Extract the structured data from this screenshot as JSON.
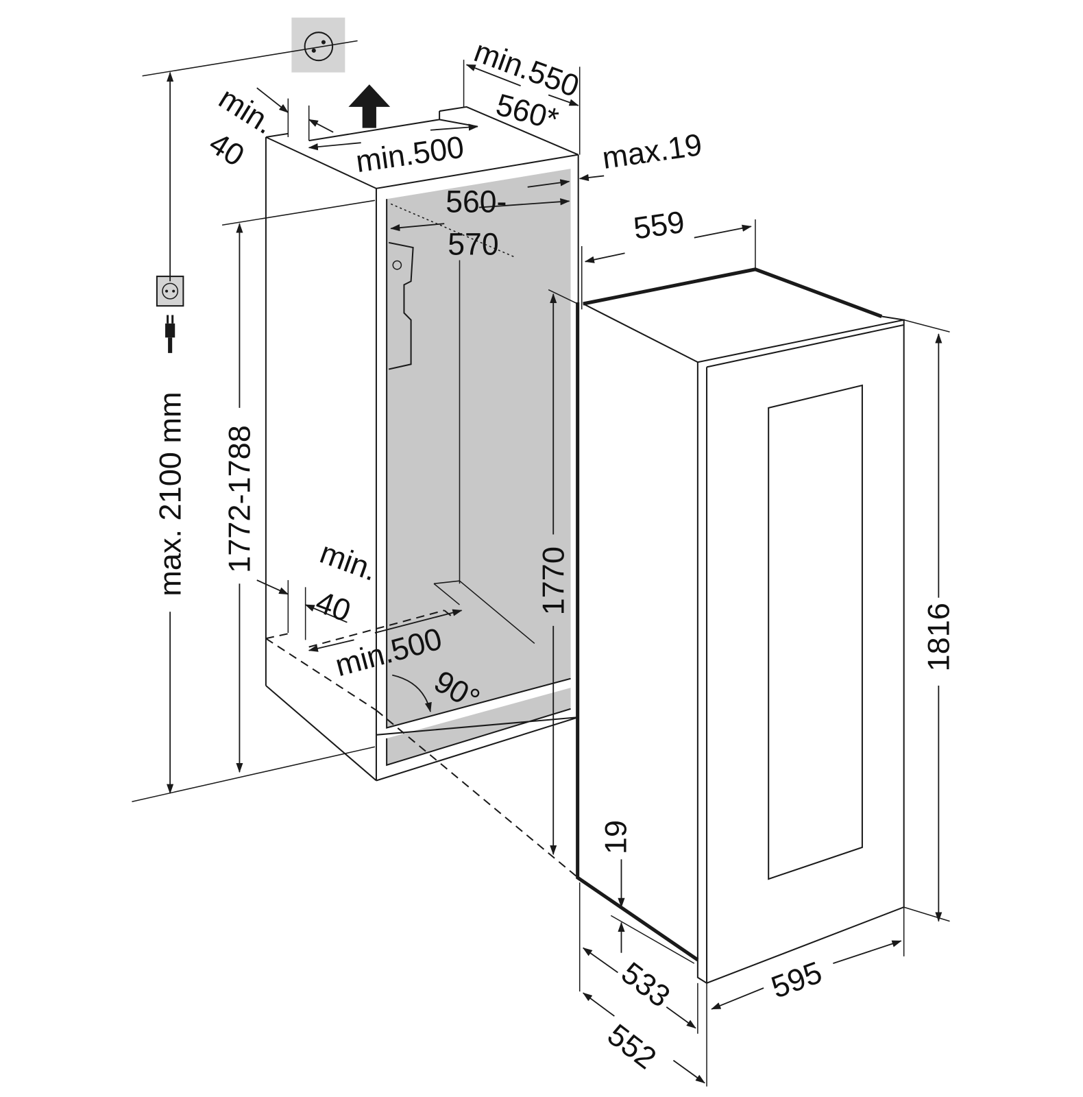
{
  "diagram": {
    "colors": {
      "line": "#1a1a1a",
      "niche_fill": "#c8c8c8",
      "socket_fill": "#d4d4d4"
    },
    "icons": [
      "wall-socket-icon",
      "small-socket-icon",
      "plug-icon",
      "air-flow-arrow-icon"
    ],
    "labels": {
      "niche_depth_min": "min.550",
      "niche_depth_alt": "560*",
      "top_gap_min_a": "min.",
      "top_gap_min_b": "40",
      "top_vent_depth": "min.500",
      "door_thickness_max": "max.19",
      "niche_width_a": "560-",
      "niche_width_b": "570",
      "appliance_depth": "559",
      "total_height_max": "max. 2100 mm",
      "niche_height": "1772-1788",
      "door_height": "1770",
      "bottom_gap_min_a": "min.",
      "bottom_gap_min_b": "40",
      "bottom_vent_depth": "min.500",
      "door_angle": "90°",
      "door_offset": "19",
      "appliance_height": "1816",
      "side_depth": "533",
      "total_depth": "552",
      "appliance_width": "595"
    }
  }
}
